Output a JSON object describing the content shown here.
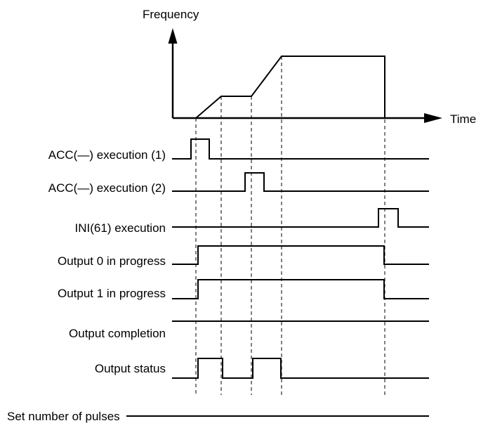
{
  "axes": {
    "y_label": "Frequency",
    "x_label": "Time"
  },
  "signals": {
    "acc1": "ACC(—) execution (1)",
    "acc2": "ACC(—) execution (2)",
    "ini": "INI(61) execution",
    "out0": "Output 0 in progress",
    "out1": "Output 1 in progress",
    "completion": "Output completion",
    "status": "Output status",
    "set_pulses": "Set number of pulses"
  }
}
